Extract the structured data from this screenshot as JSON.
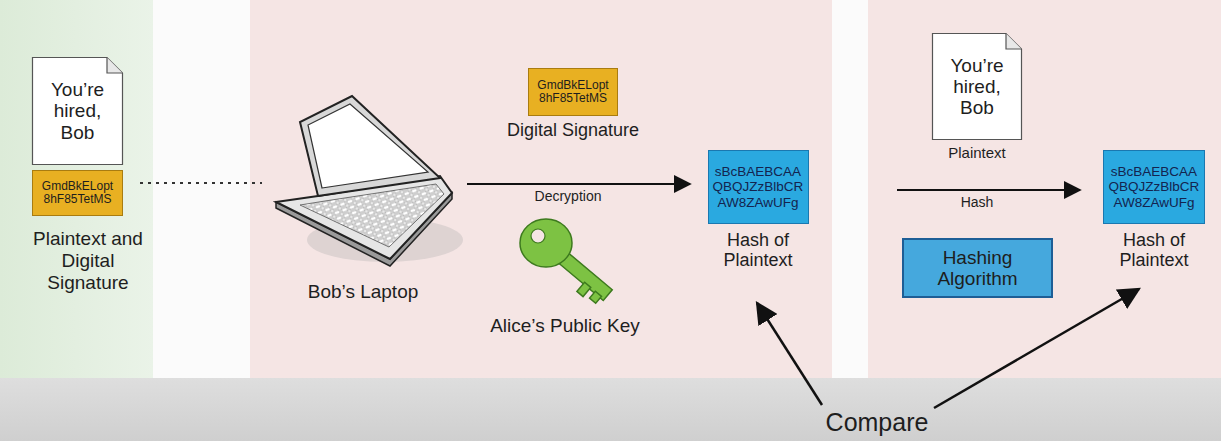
{
  "diagram": {
    "nodes": [
      {
        "text": [
          "You’re hired, Bob"
        ]
      },
      {
        "text": [
          "GmdBkELopt 8hF85TetMS"
        ]
      },
      {
        "text": [
          "GmdBkELopt 8hF85TetMS",
          "Digital Signature"
        ]
      },
      {
        "text": [
          "sBcBAEBCAA QBQJZzBlbCR AW8ZAwUFg",
          "Hash of Plaintext"
        ]
      },
      {
        "text": [
          "You’re hired, Bob",
          "Plaintext"
        ]
      },
      {
        "text": [
          "Hashing Algorithm"
        ]
      },
      {
        "text": [
          "sBcBAEBCAA QBQJZzBlbCR AW8ZAwUFg",
          "Hash of Plaintext"
        ]
      }
    ],
    "labels": [
      "Plaintext and Digital Signature",
      "Bob’s Laptop",
      "Decryption",
      "Alice’s Public Key",
      "Hash",
      "Compare"
    ]
  }
}
